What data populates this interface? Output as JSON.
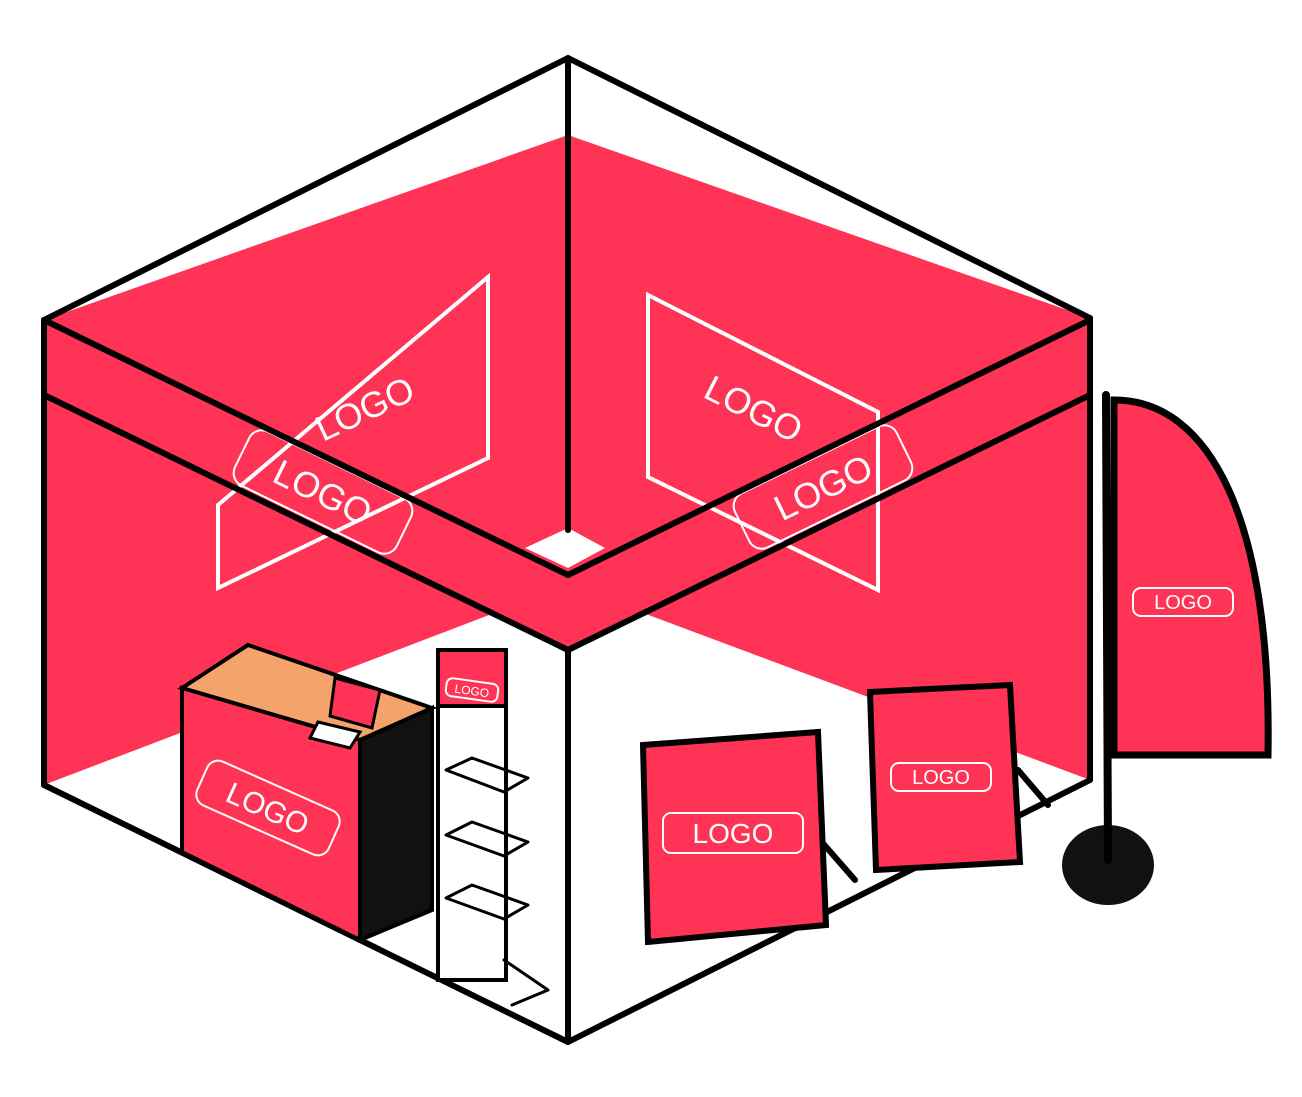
{
  "colors": {
    "primary": "#ff3355",
    "counter_top": "#f4a46a",
    "outline": "#000000",
    "logo_text": "#ffffff",
    "background": "#ffffff"
  },
  "labels": {
    "back_left_wall": "LOGO",
    "back_right_wall": "LOGO",
    "header_left": "LOGO",
    "header_right": "LOGO",
    "counter": "LOGO",
    "brochure_stand": "LOGO",
    "poster_board_left": "LOGO",
    "poster_board_right": "LOGO",
    "feather_flag": "LOGO"
  }
}
